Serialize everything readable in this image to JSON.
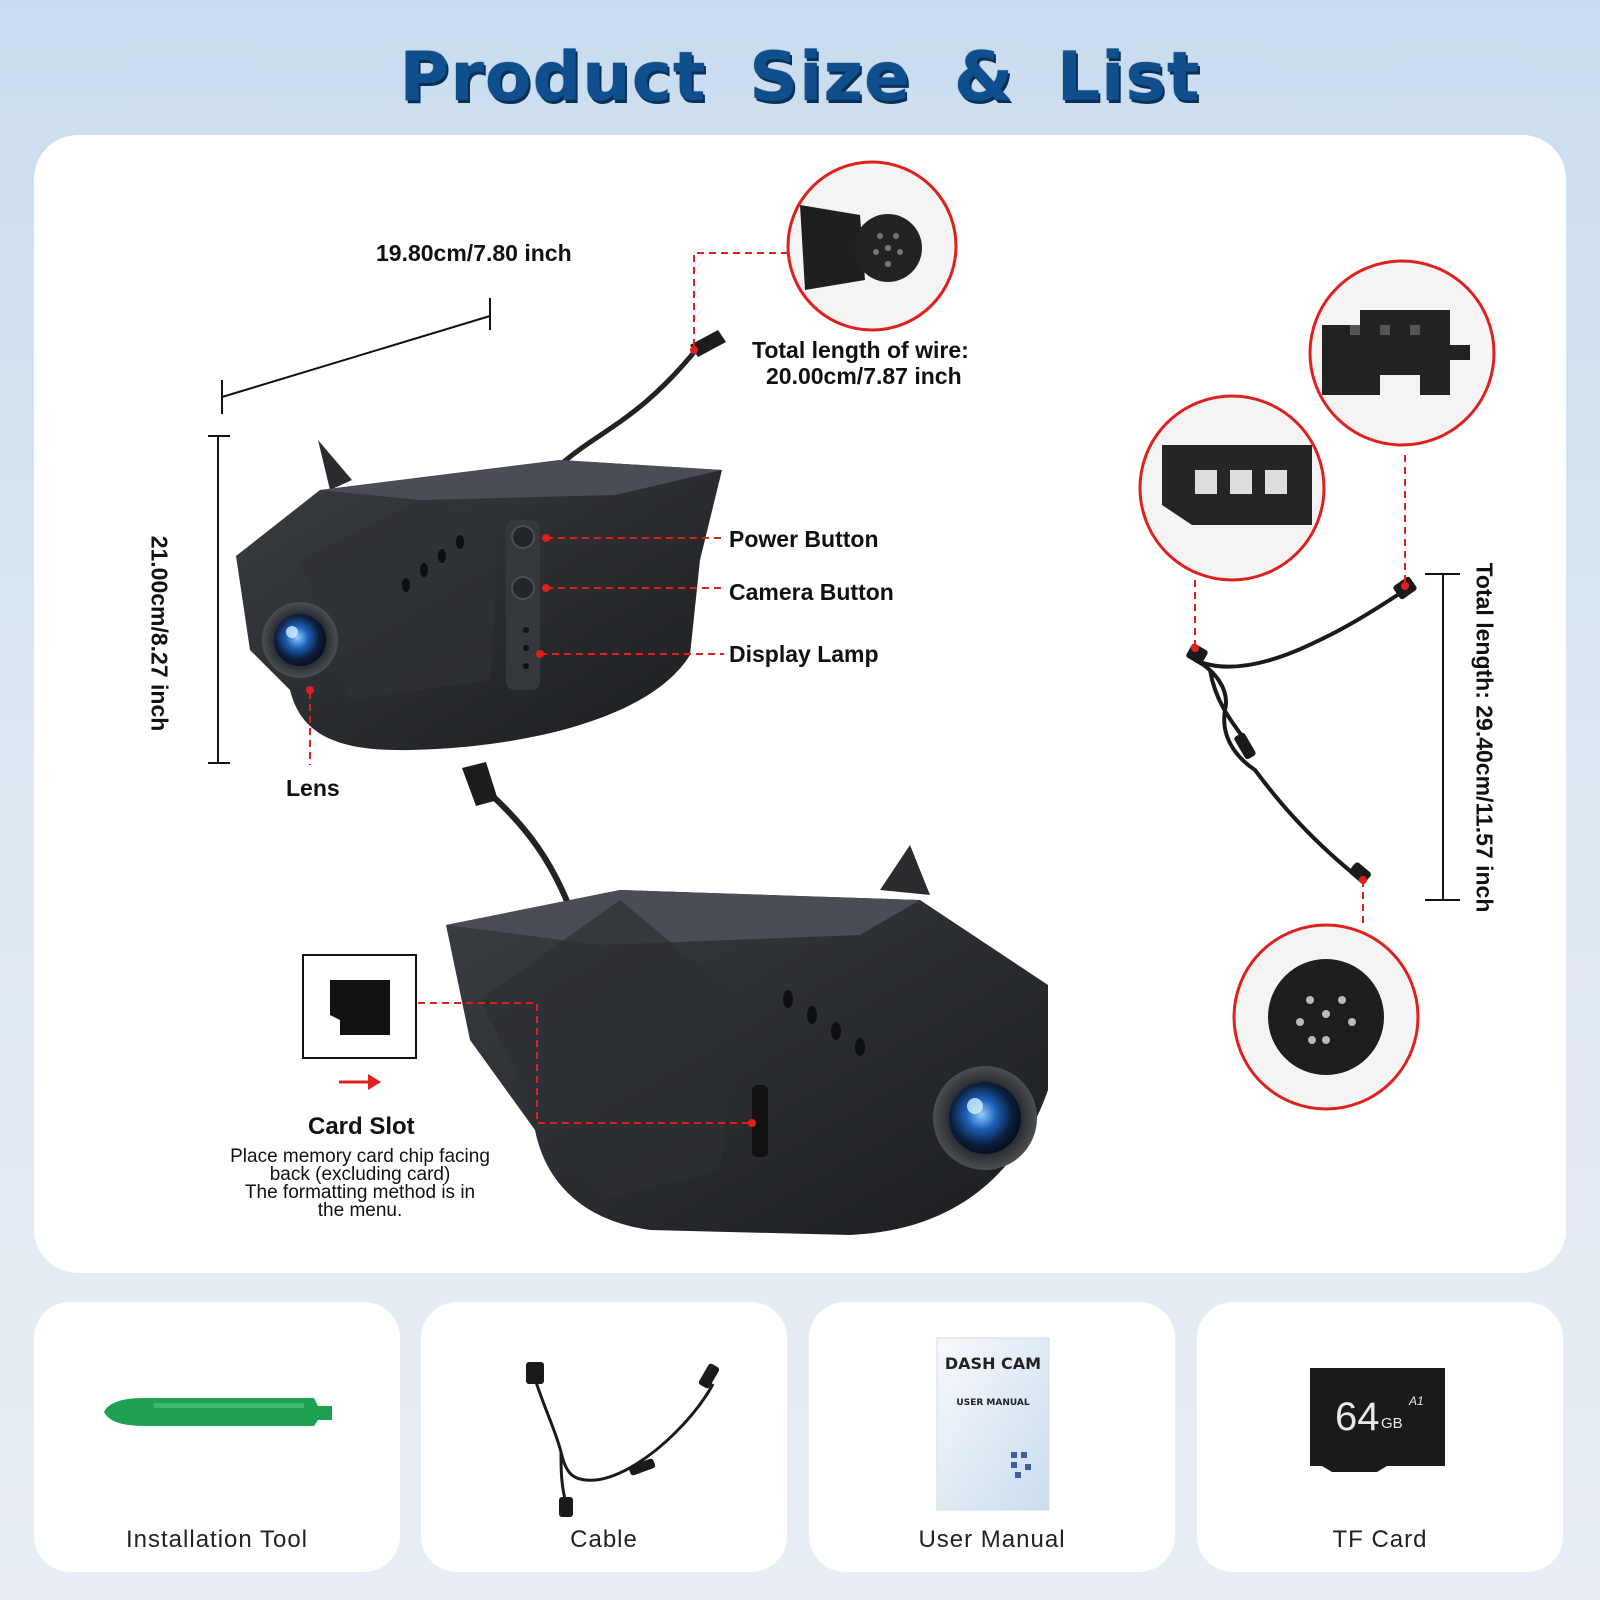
{
  "title": "Product Size & List",
  "dimensions": {
    "width": "19.80cm/7.80 inch",
    "height": "21.00cm/8.27 inch",
    "wire_line1": "Total length of wire:",
    "wire_line2": "20.00cm/7.87 inch",
    "total_length": "Total length: 29.40cm/11.57 inch"
  },
  "callouts": {
    "power_button": "Power Button",
    "camera_button": "Camera Button",
    "display_lamp": "Display Lamp",
    "lens": "Lens",
    "card_slot": "Card Slot",
    "card_slot_note_1": "Place memory card chip facing",
    "card_slot_note_2": "back (excluding card)",
    "card_slot_note_3": "The formatting method is in",
    "card_slot_note_4": "the menu."
  },
  "manual": {
    "title": "DASH CAM",
    "subtitle": "USER MANUAL"
  },
  "tf_card": {
    "capacity": "64",
    "unit": "GB",
    "marks": "A1"
  },
  "package_list": [
    {
      "label": "Installation Tool"
    },
    {
      "label": "Cable"
    },
    {
      "label": "User Manual"
    },
    {
      "label": "TF Card"
    }
  ],
  "colors": {
    "title_blue": "#0f4f8e",
    "callout_red": "#e0201c",
    "tool_green": "#1ea152"
  }
}
